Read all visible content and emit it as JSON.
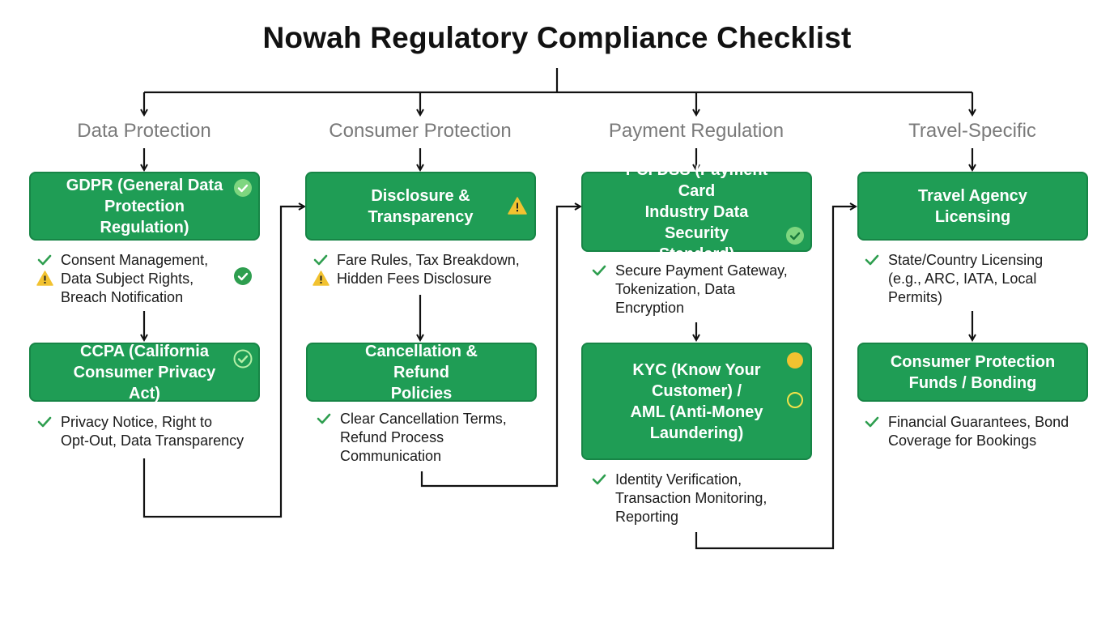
{
  "title": "Nowah Regulatory Compliance Checklist",
  "colors": {
    "box_green": "#1f9d55",
    "check_green": "#2e9e4f",
    "warning_yellow": "#f2c230",
    "status_light_green": "#7ed67f",
    "category_gray": "#7a7a7a",
    "line": "#111111"
  },
  "columns": [
    {
      "category": "Data Protection",
      "boxes": [
        {
          "label": "GDPR (General Data\nProtection Regulation)",
          "status_icon": "check-circle-icon",
          "details": [
            {
              "marker": "checkmark-icon",
              "text": "Consent Management,"
            },
            {
              "marker": "warning-icon",
              "text": "Data Subject Rights,"
            },
            {
              "marker": "",
              "text": "Breach Notification"
            }
          ],
          "detail_status_icon": "check-circle-icon"
        },
        {
          "label": "CCPA (California\nConsumer Privacy Act)",
          "status_icon": "check-circle-outline-icon",
          "details": [
            {
              "marker": "checkmark-icon",
              "text": "Privacy Notice, Right to"
            },
            {
              "marker": "",
              "text": "Opt-Out, Data Transparency"
            }
          ]
        }
      ]
    },
    {
      "category": "Consumer Protection",
      "boxes": [
        {
          "label": "Disclosure &\nTransparency",
          "status_icon": "warning-icon",
          "details": [
            {
              "marker": "checkmark-icon",
              "text": "Fare Rules, Tax Breakdown,"
            },
            {
              "marker": "warning-icon",
              "text": "Hidden Fees Disclosure"
            }
          ]
        },
        {
          "label": "Cancellation & Refund\nPolicies",
          "details": [
            {
              "marker": "checkmark-icon",
              "text": "Clear Cancellation Terms,"
            },
            {
              "marker": "",
              "text": "Refund Process"
            },
            {
              "marker": "",
              "text": "Communication"
            }
          ]
        }
      ]
    },
    {
      "category": "Payment Regulation",
      "boxes": [
        {
          "label": "PCI DSS (Payment Card\nIndustry Data Security\nStandard)",
          "status_icon": "check-circle-icon",
          "details": [
            {
              "marker": "checkmark-icon",
              "text": "Secure Payment Gateway,"
            },
            {
              "marker": "",
              "text": "Tokenization, Data"
            },
            {
              "marker": "",
              "text": "Encryption"
            }
          ]
        },
        {
          "label": "KYC (Know Your\nCustomer) /\nAML (Anti-Money\nLaundering)",
          "status_icons": [
            "filled-circle-icon",
            "hollow-circle-icon"
          ],
          "details": [
            {
              "marker": "checkmark-icon",
              "text": "Identity Verification,"
            },
            {
              "marker": "",
              "text": "Transaction Monitoring,"
            },
            {
              "marker": "",
              "text": "Reporting"
            }
          ]
        }
      ]
    },
    {
      "category": "Travel-Specific",
      "boxes": [
        {
          "label": "Travel Agency Licensing",
          "details": [
            {
              "marker": "checkmark-icon",
              "text": "State/Country Licensing"
            },
            {
              "marker": "",
              "text": "(e.g., ARC, IATA, Local"
            },
            {
              "marker": "",
              "text": "Permits)"
            }
          ]
        },
        {
          "label": "Consumer Protection\nFunds / Bonding",
          "details": [
            {
              "marker": "checkmark-icon",
              "text": "Financial Guarantees, Bond"
            },
            {
              "marker": "",
              "text": "Coverage for Bookings"
            }
          ]
        }
      ]
    }
  ]
}
